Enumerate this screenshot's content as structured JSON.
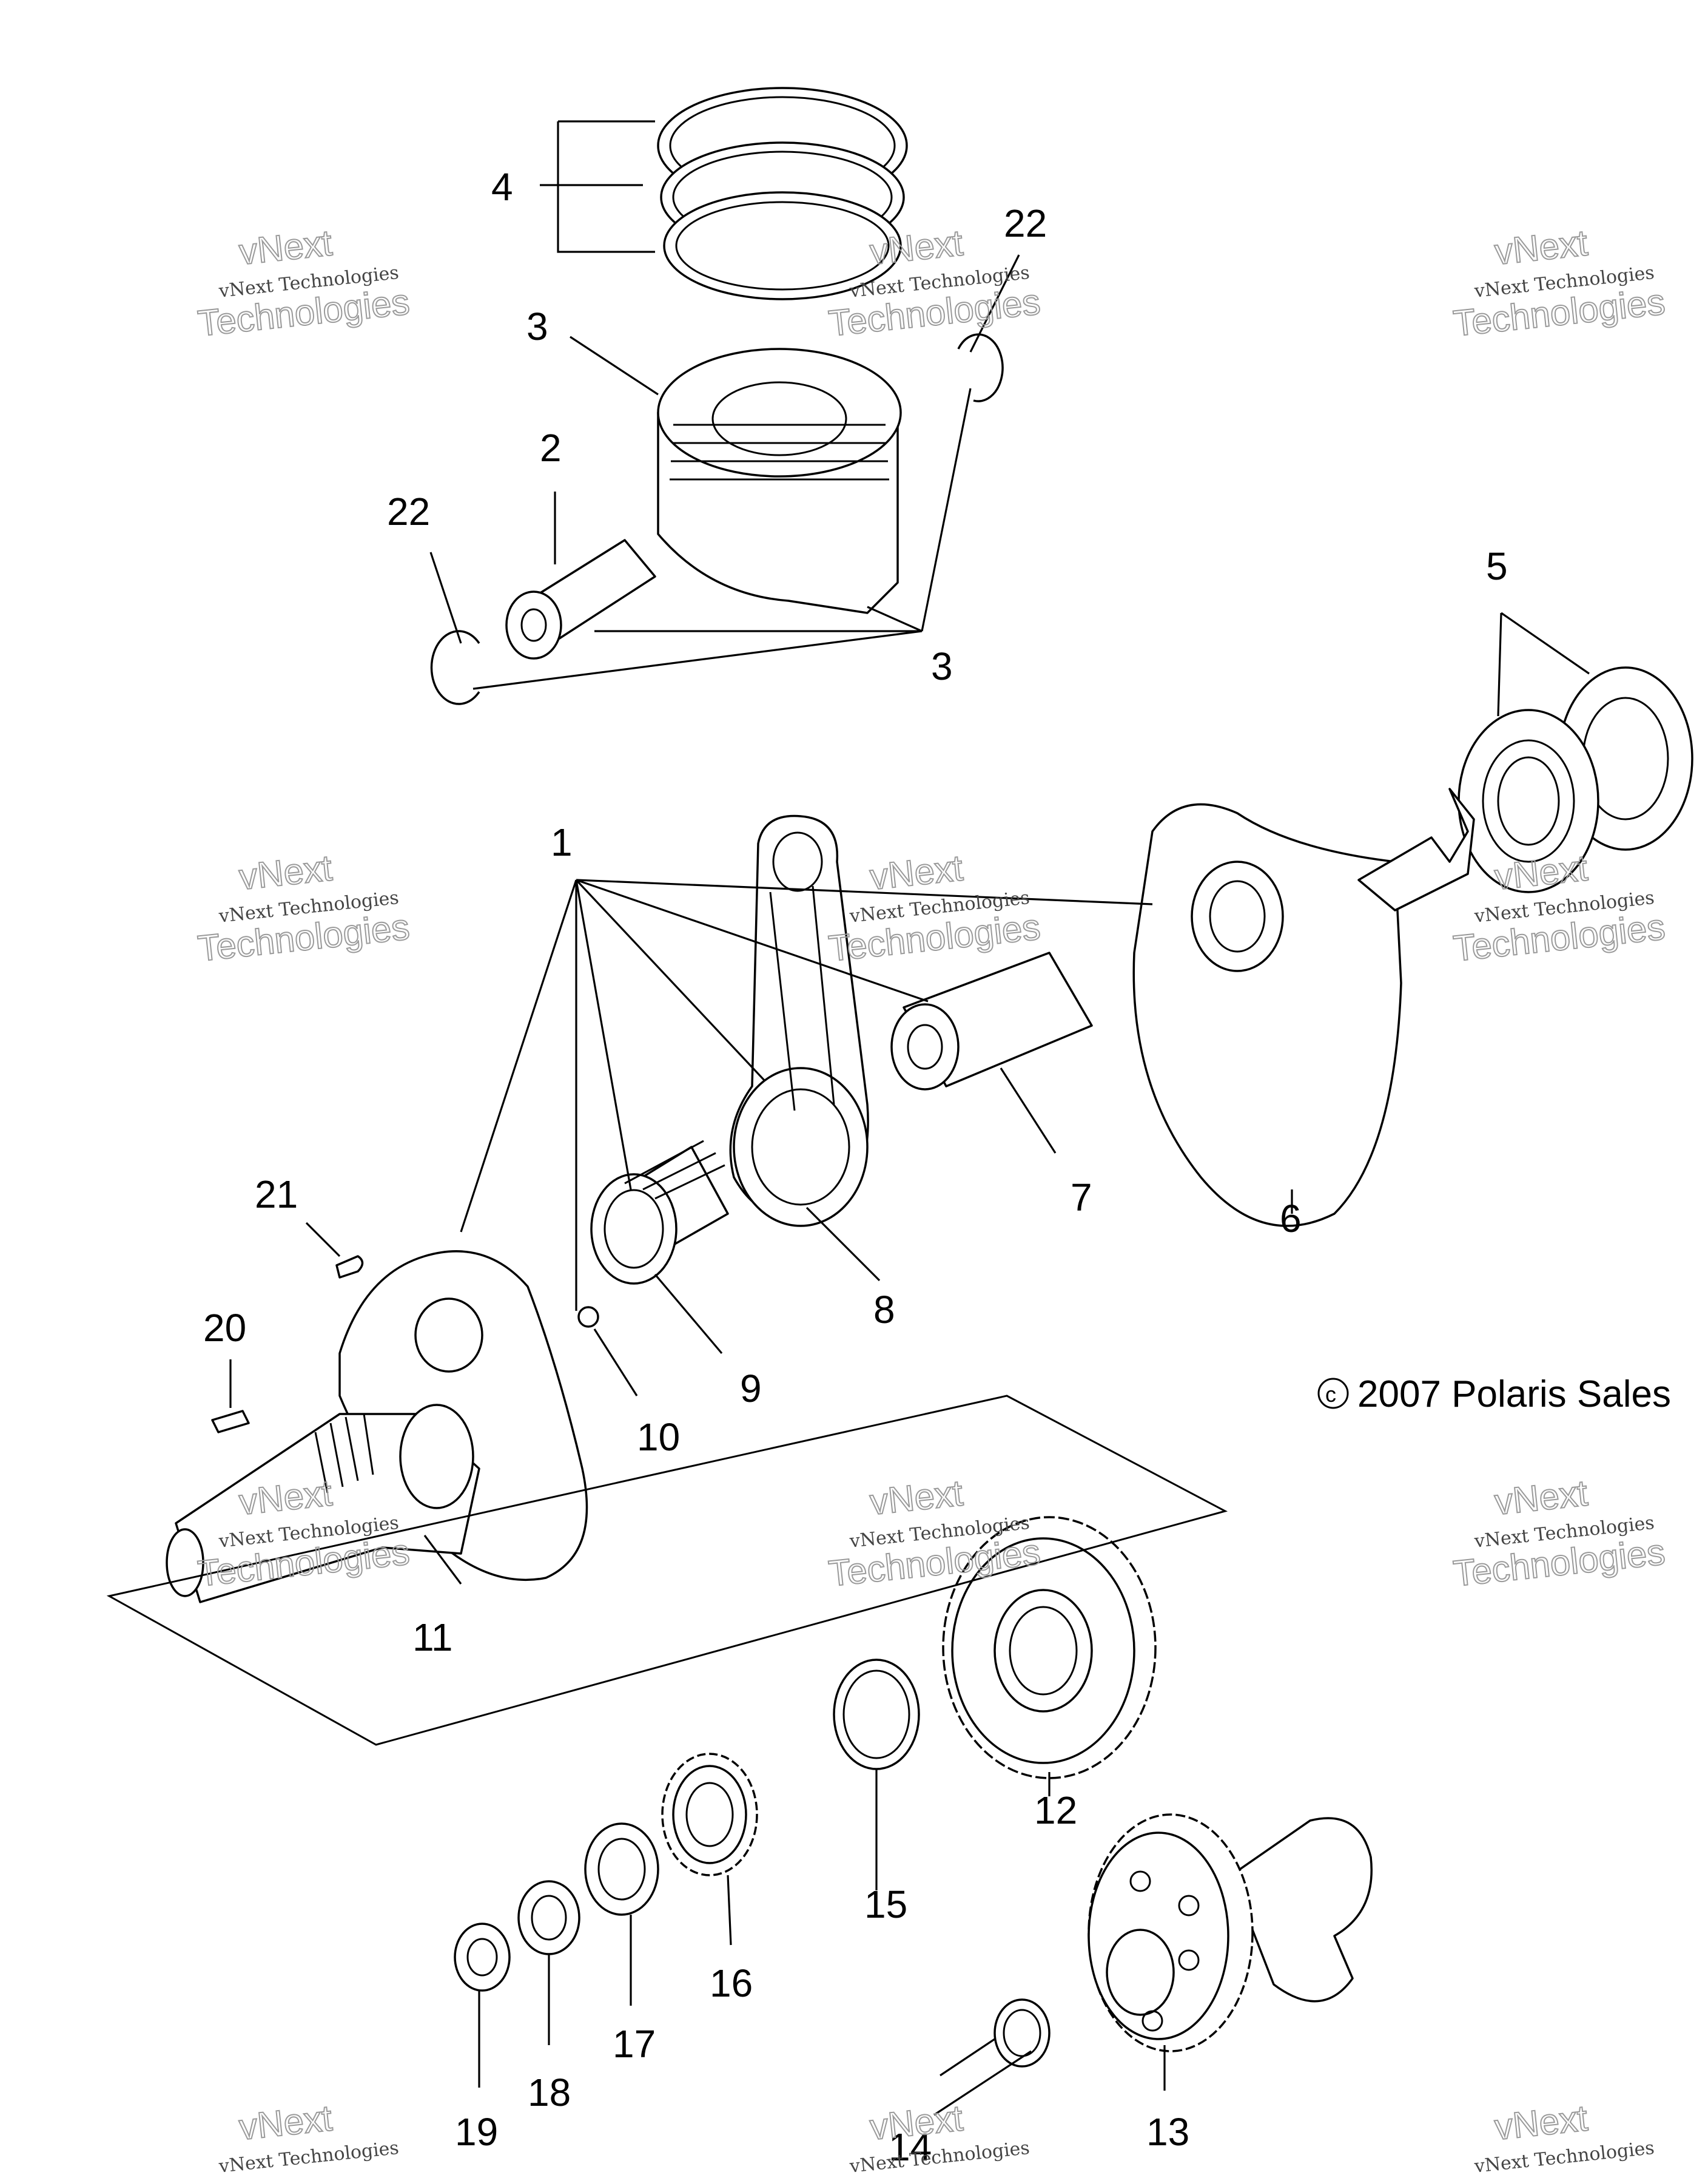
{
  "callouts": {
    "c1": "1",
    "c2": "2",
    "c3a": "3",
    "c3b": "3",
    "c4": "4",
    "c5": "5",
    "c6": "6",
    "c7": "7",
    "c8": "8",
    "c9": "9",
    "c10": "10",
    "c11": "11",
    "c12": "12",
    "c13": "13",
    "c14": "14",
    "c15": "15",
    "c16": "16",
    "c17": "17",
    "c18": "18",
    "c19": "19",
    "c20": "20",
    "c21": "21",
    "c22a": "22",
    "c22b": "22"
  },
  "copyright": "2007 Polaris Sales",
  "copyright_symbol": "c",
  "watermark": {
    "line1": "vNext Technologies",
    "line2": "vNext",
    "line3": "Technologies"
  }
}
